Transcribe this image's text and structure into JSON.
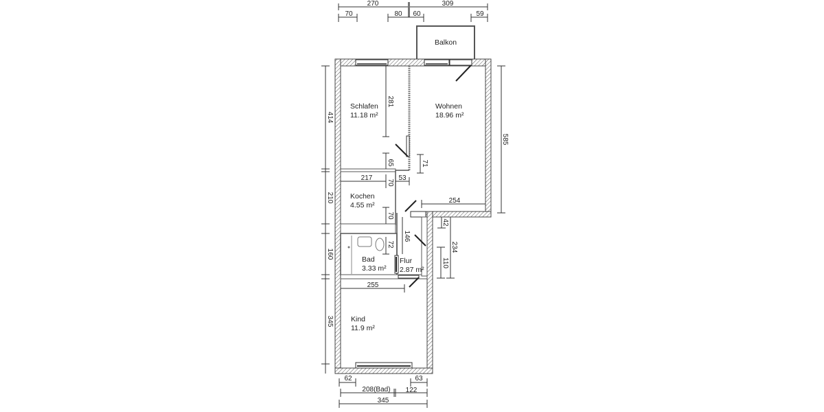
{
  "plan": {
    "rooms": [
      {
        "name": "Balkon",
        "area": ""
      },
      {
        "name": "Schlafen",
        "area": "11.18 m²"
      },
      {
        "name": "Wohnen",
        "area": "18.96 m²"
      },
      {
        "name": "Kochen",
        "area": "4.55 m²"
      },
      {
        "name": "Bad",
        "area": "3.33 m²"
      },
      {
        "name": "Flur",
        "area": "2.87 m²"
      },
      {
        "name": "Kind",
        "area": "11.9 m²"
      }
    ],
    "dimensions": {
      "top_total_left": "270",
      "top_total_right": "309",
      "top_70": "70",
      "top_80": "80",
      "top_60": "60",
      "top_59": "59",
      "left_414": "414",
      "left_210": "210",
      "left_160": "160",
      "left_345": "345",
      "right_585": "585",
      "schlafen_281": "281",
      "schlafen_65": "65",
      "wohnen_71": "71",
      "kochen_217": "217",
      "kochen_70a": "70",
      "kochen_53": "53",
      "kochen_70b": "70",
      "wohnen_254": "254",
      "flur_42": "42",
      "flur_146": "146",
      "flur_234": "234",
      "flur_110": "110",
      "bad_72": "72",
      "kind_255": "255",
      "bottom_62": "62",
      "bottom_63": "63",
      "bottom_208": "208(Bad)",
      "bottom_122": "122",
      "bottom_345": "345"
    }
  }
}
